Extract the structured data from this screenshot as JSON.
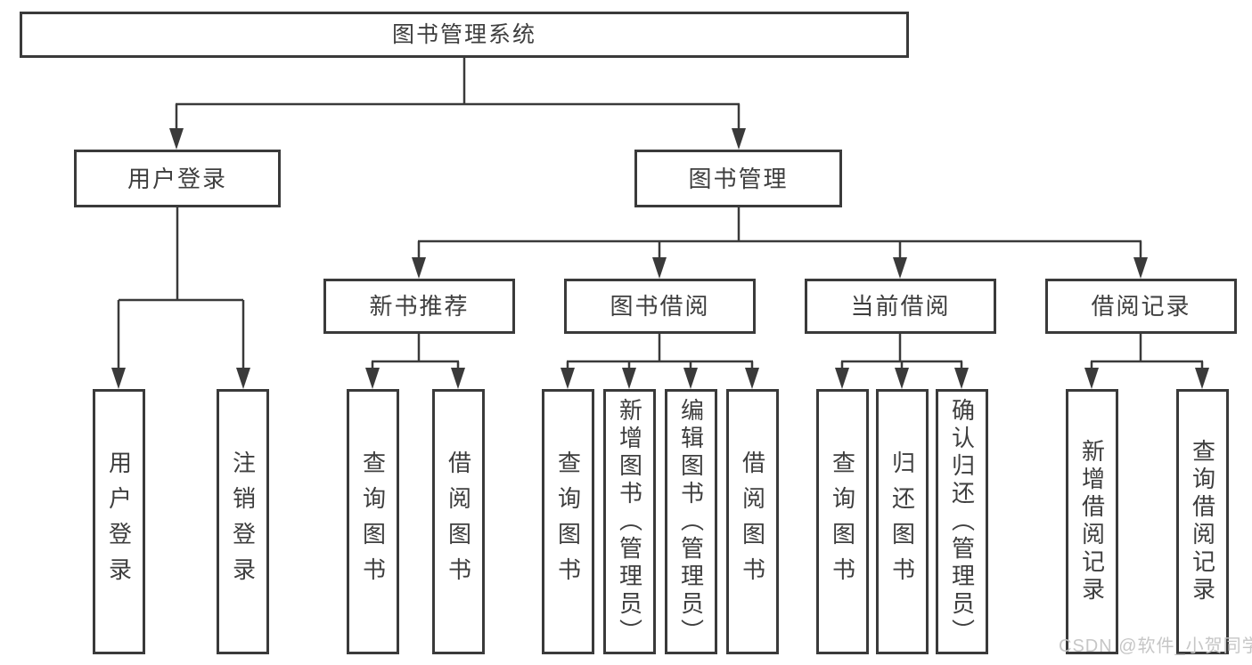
{
  "diagram": {
    "tree": {
      "label": "图书管理系统",
      "children": [
        {
          "label": "用户登录",
          "children": [
            {
              "label": "用户登录"
            },
            {
              "label": "注销登录"
            }
          ]
        },
        {
          "label": "图书管理",
          "children": [
            {
              "label": "新书推荐",
              "children": [
                {
                  "label": "查询图书"
                },
                {
                  "label": "借阅图书"
                }
              ]
            },
            {
              "label": "图书借阅",
              "children": [
                {
                  "label": "查询图书"
                },
                {
                  "label": "新增图书（管理员）"
                },
                {
                  "label": "编辑图书（管理员）"
                },
                {
                  "label": "借阅图书"
                }
              ]
            },
            {
              "label": "当前借阅",
              "children": [
                {
                  "label": "查询图书"
                },
                {
                  "label": "归还图书"
                },
                {
                  "label": "确认归还（管理员）"
                }
              ]
            },
            {
              "label": "借阅记录",
              "children": [
                {
                  "label": "新增借阅记录"
                },
                {
                  "label": "查询借阅记录"
                }
              ]
            }
          ]
        }
      ]
    },
    "colors": {
      "line": "#3a3a3a",
      "text": "#3e3e3e",
      "background": "#ffffff",
      "watermark_text": "#c6c6c6"
    }
  },
  "watermark": {
    "text": "CSDN @软件_小贺同学"
  }
}
